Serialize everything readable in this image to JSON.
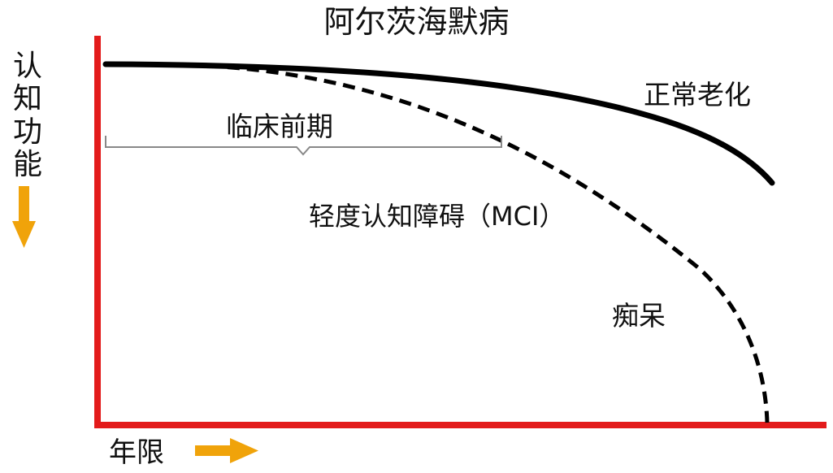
{
  "title": "阿尔茨海默病",
  "y_axis": {
    "label": "认知功能"
  },
  "x_axis": {
    "label": "年限"
  },
  "curves": {
    "normal_aging": "正常老化",
    "mci": "轻度认知障碍（MCI）",
    "dementia": "痴呆"
  },
  "phase": {
    "preclinical": "临床前期"
  },
  "colors": {
    "axis": "#e31b1b",
    "curve": "#000000",
    "arrow": "#f0a30a",
    "bracket": "#888888"
  }
}
